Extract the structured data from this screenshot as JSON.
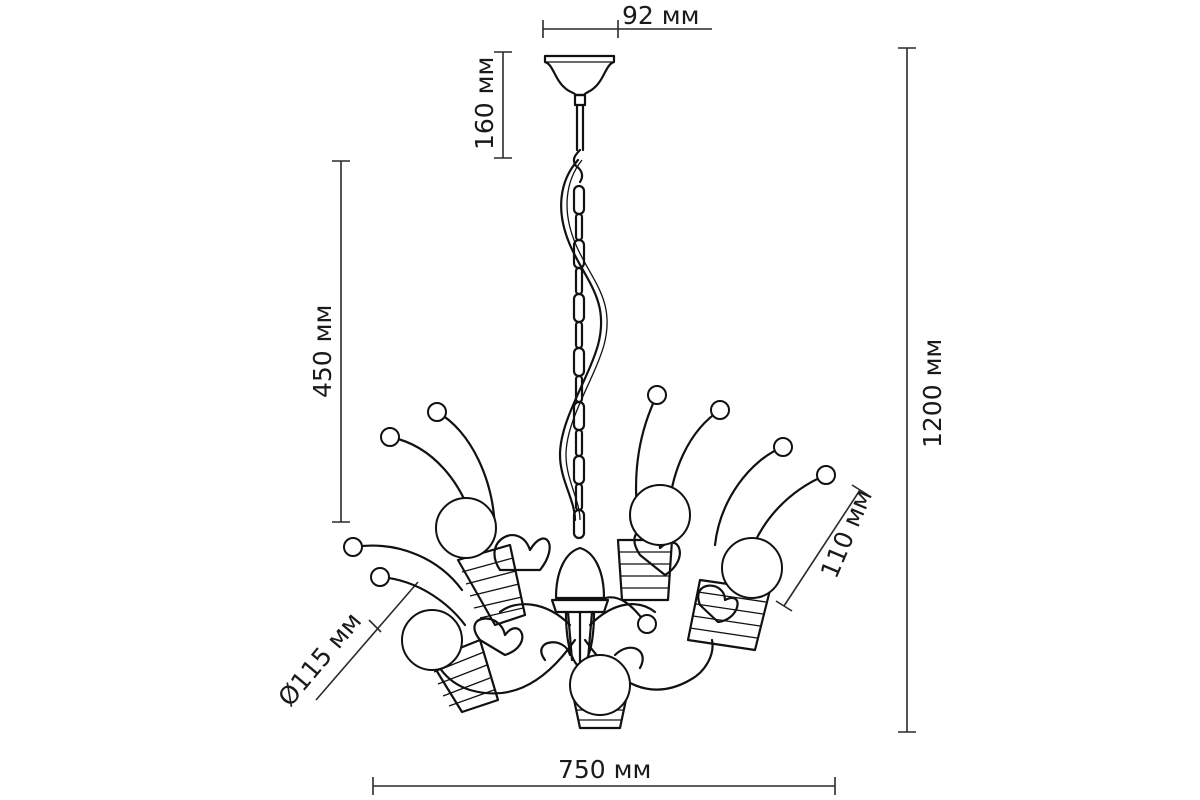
{
  "dimensions": {
    "canopy_width": "92 мм",
    "canopy_height": "160 мм",
    "chain_length": "450 мм",
    "total_height": "1200 мм",
    "shade_height": "110 мм",
    "shade_diameter": "Ø115 мм",
    "total_width": "750 мм"
  }
}
